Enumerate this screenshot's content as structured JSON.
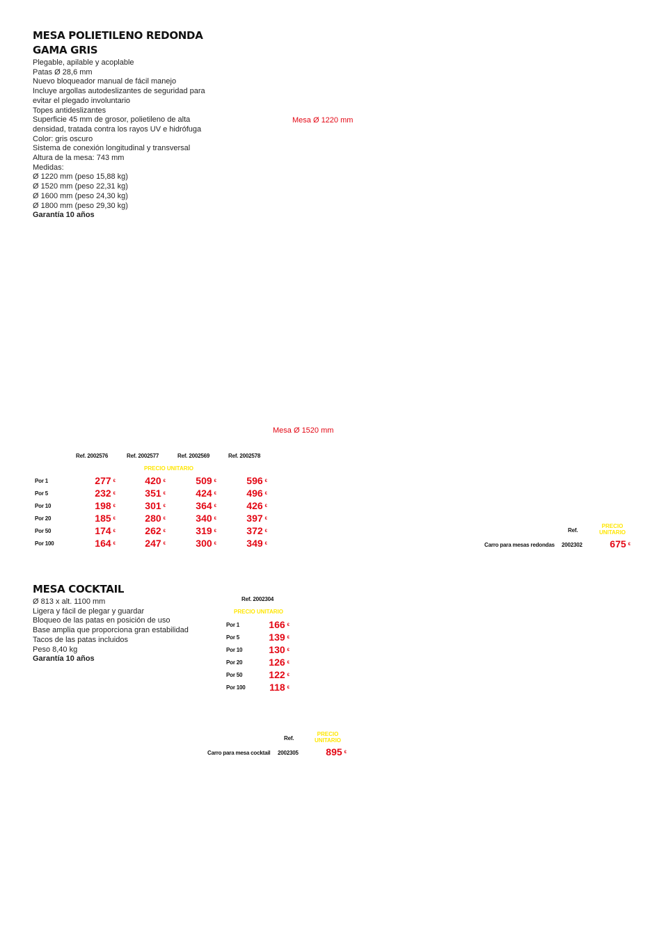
{
  "section1": {
    "title_line1": "MESA POLIETILENO REDONDA",
    "title_line2": "GAMA GRIS",
    "features": [
      "Plegable, apilable y acoplable",
      "Patas Ø 28,6 mm",
      "Nuevo bloqueador manual de fácil manejo",
      "Incluye argollas autodeslizantes de seguridad para",
      "evitar el plegado involuntario",
      "Topes antideslizantes",
      "Superficie 45 mm de grosor, polietileno de alta",
      "densidad, tratada contra los rayos UV e hidrófuga",
      "Color: gris oscuro",
      "Sistema de conexión longitudinal y transversal",
      "Altura de la mesa: 743 mm",
      "Medidas:",
      "Ø 1220 mm (peso 15,88 kg)",
      "Ø 1520 mm (peso 22,31 kg)",
      "Ø 1600 mm (peso 24,30 kg)",
      "Ø 1800 mm (peso 29,30 kg)"
    ],
    "warranty": "Garantía 10 años",
    "caption_1220": "Mesa Ø 1220 mm",
    "caption_1520": "Mesa Ø 1520 mm",
    "table": {
      "refs": [
        "Ref. 2002576",
        "Ref. 2002577",
        "Ref. 2002569",
        "Ref. 2002578"
      ],
      "precio_label": "PRECIO UNITARIO",
      "currency": "€",
      "rows": [
        {
          "label": "Por 1",
          "prices": [
            "277",
            "420",
            "509",
            "596"
          ]
        },
        {
          "label": "Por 5",
          "prices": [
            "232",
            "351",
            "424",
            "496"
          ]
        },
        {
          "label": "Por 10",
          "prices": [
            "198",
            "301",
            "364",
            "426"
          ]
        },
        {
          "label": "Por 20",
          "prices": [
            "185",
            "280",
            "340",
            "397"
          ]
        },
        {
          "label": "Por 50",
          "prices": [
            "174",
            "262",
            "319",
            "372"
          ]
        },
        {
          "label": "Por 100",
          "prices": [
            "164",
            "247",
            "300",
            "349"
          ]
        }
      ]
    },
    "cart": {
      "ref_header": "Ref.",
      "precio_line1": "PRECIO",
      "precio_line2": "UNITARIO",
      "name": "Carro para mesas redondas",
      "ref": "2002302",
      "price": "675",
      "currency": "€"
    }
  },
  "section2": {
    "title": "MESA COCKTAIL",
    "features": [
      "Ø 813 x alt. 1100 mm",
      "Ligera y fácil de plegar y guardar",
      "Bloqueo de las patas en posición de uso",
      "Base amplia que proporciona gran estabilidad",
      "Tacos de las patas incluidos",
      "Peso 8,40 kg"
    ],
    "warranty": "Garantía 10 años",
    "table": {
      "ref": "Ref. 2002304",
      "precio_label": "PRECIO UNITARIO",
      "currency": "€",
      "rows": [
        {
          "label": "Por 1",
          "price": "166"
        },
        {
          "label": "Por 5",
          "price": "139"
        },
        {
          "label": "Por 10",
          "price": "130"
        },
        {
          "label": "Por 20",
          "price": "126"
        },
        {
          "label": "Por 50",
          "price": "122"
        },
        {
          "label": "Por 100",
          "price": "118"
        }
      ]
    },
    "cart": {
      "ref_header": "Ref.",
      "precio_line1": "PRECIO",
      "precio_line2": "UNITARIO",
      "name": "Carro para mesa cocktail",
      "ref": "2002305",
      "price": "895",
      "currency": "€"
    }
  }
}
